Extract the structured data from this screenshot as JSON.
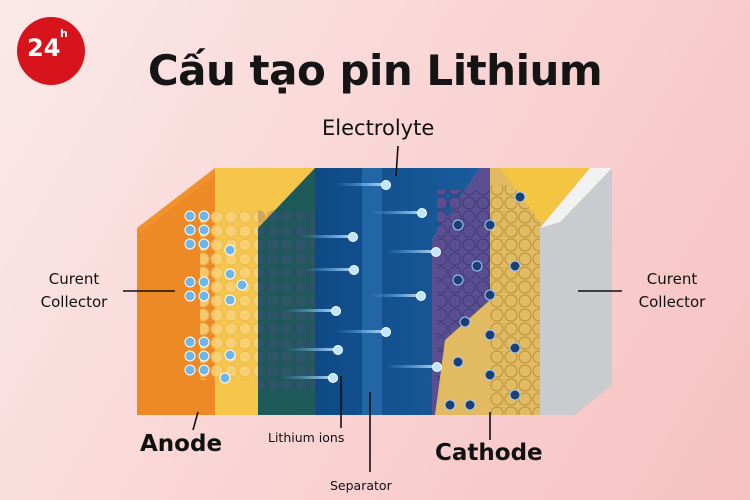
{
  "title": "Cấu tạo pin Lithium",
  "logo": {
    "text": "24",
    "superscript": "h"
  },
  "labels": {
    "electrolyte": "Electrolyte",
    "left_collector": "Curent Collector",
    "right_collector": "Curent Collector",
    "anode": "Anode",
    "lithium_ions": "Lithium ions",
    "separator": "Separator",
    "cathode": "Cathode"
  },
  "colors": {
    "anode_orange": "#ee8a25",
    "anode_yellow": "#f6c64a",
    "electrolyte_blue": "#12508e",
    "cathode_purple": "#5a4f91",
    "cathode_gold": "#e2ba62",
    "collector_gray": "#c9cbce",
    "logo_red": "#d7141c"
  }
}
